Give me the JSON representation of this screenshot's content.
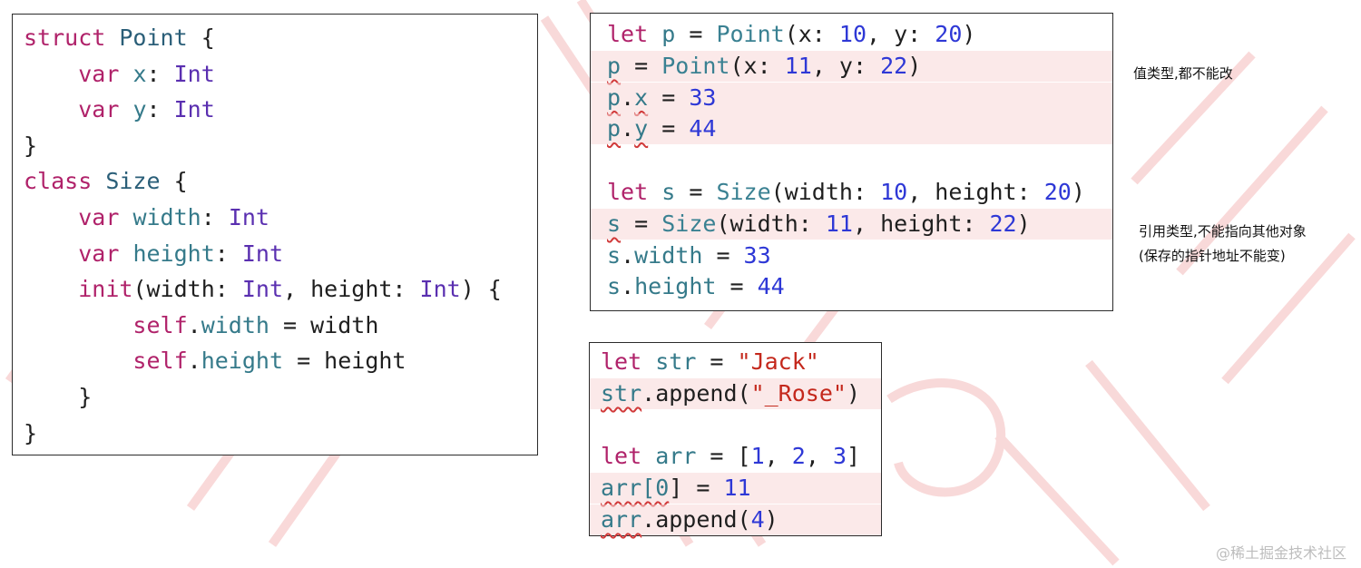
{
  "code_blocks": [
    {
      "id": "definitions",
      "lines": [
        {
          "highlight": false,
          "tokens": [
            [
              "kw",
              "struct"
            ],
            [
              "plain",
              " "
            ],
            [
              "ty",
              "Point"
            ],
            [
              "plain",
              " {"
            ]
          ]
        },
        {
          "highlight": false,
          "tokens": [
            [
              "plain",
              "    "
            ],
            [
              "kw",
              "var"
            ],
            [
              "plain",
              " "
            ],
            [
              "prop",
              "x"
            ],
            [
              "plain",
              ": "
            ],
            [
              "tp",
              "Int"
            ]
          ]
        },
        {
          "highlight": false,
          "tokens": [
            [
              "plain",
              "    "
            ],
            [
              "kw",
              "var"
            ],
            [
              "plain",
              " "
            ],
            [
              "prop",
              "y"
            ],
            [
              "plain",
              ": "
            ],
            [
              "tp",
              "Int"
            ]
          ]
        },
        {
          "highlight": false,
          "tokens": [
            [
              "plain",
              "}"
            ]
          ]
        },
        {
          "highlight": false,
          "tokens": [
            [
              "kw",
              "class"
            ],
            [
              "plain",
              " "
            ],
            [
              "ty",
              "Size"
            ],
            [
              "plain",
              " {"
            ]
          ]
        },
        {
          "highlight": false,
          "tokens": [
            [
              "plain",
              "    "
            ],
            [
              "kw",
              "var"
            ],
            [
              "plain",
              " "
            ],
            [
              "prop",
              "width"
            ],
            [
              "plain",
              ": "
            ],
            [
              "tp",
              "Int"
            ]
          ]
        },
        {
          "highlight": false,
          "tokens": [
            [
              "plain",
              "    "
            ],
            [
              "kw",
              "var"
            ],
            [
              "plain",
              " "
            ],
            [
              "prop",
              "height"
            ],
            [
              "plain",
              ": "
            ],
            [
              "tp",
              "Int"
            ]
          ]
        },
        {
          "highlight": false,
          "tokens": [
            [
              "plain",
              "    "
            ],
            [
              "kw",
              "init"
            ],
            [
              "plain",
              "(width: "
            ],
            [
              "tp",
              "Int"
            ],
            [
              "plain",
              ", height: "
            ],
            [
              "tp",
              "Int"
            ],
            [
              "plain",
              ") {"
            ]
          ]
        },
        {
          "highlight": false,
          "tokens": [
            [
              "plain",
              "        "
            ],
            [
              "kw",
              "self"
            ],
            [
              "plain",
              "."
            ],
            [
              "prop",
              "width"
            ],
            [
              "plain",
              " = width"
            ]
          ]
        },
        {
          "highlight": false,
          "tokens": [
            [
              "plain",
              "        "
            ],
            [
              "kw",
              "self"
            ],
            [
              "plain",
              "."
            ],
            [
              "prop",
              "height"
            ],
            [
              "plain",
              " = height"
            ]
          ]
        },
        {
          "highlight": false,
          "tokens": [
            [
              "plain",
              "    }"
            ]
          ]
        },
        {
          "highlight": false,
          "tokens": [
            [
              "plain",
              "}"
            ]
          ]
        }
      ]
    },
    {
      "id": "let-constants",
      "lines": [
        {
          "highlight": false,
          "tokens": [
            [
              "kw",
              "let"
            ],
            [
              "plain",
              " "
            ],
            [
              "prop",
              "p"
            ],
            [
              "plain",
              " = "
            ],
            [
              "fn",
              "Point"
            ],
            [
              "plain",
              "(x: "
            ],
            [
              "num",
              "10"
            ],
            [
              "plain",
              ", y: "
            ],
            [
              "num",
              "20"
            ],
            [
              "plain",
              ")"
            ]
          ]
        },
        {
          "highlight": true,
          "tokens": [
            [
              "prop err",
              "p"
            ],
            [
              "plain",
              " = "
            ],
            [
              "fn",
              "Point"
            ],
            [
              "plain",
              "(x: "
            ],
            [
              "num",
              "11"
            ],
            [
              "plain",
              ", y: "
            ],
            [
              "num",
              "22"
            ],
            [
              "plain",
              ")"
            ]
          ]
        },
        {
          "highlight": true,
          "tokens": [
            [
              "prop err",
              "p"
            ],
            [
              "plain",
              "."
            ],
            [
              "prop err",
              "x"
            ],
            [
              "plain",
              " = "
            ],
            [
              "num",
              "33"
            ]
          ]
        },
        {
          "highlight": true,
          "tokens": [
            [
              "prop err",
              "p"
            ],
            [
              "plain",
              "."
            ],
            [
              "prop err",
              "y"
            ],
            [
              "plain",
              " = "
            ],
            [
              "num",
              "44"
            ]
          ]
        },
        {
          "highlight": false,
          "tokens": [
            [
              "plain",
              " "
            ]
          ]
        },
        {
          "highlight": false,
          "tokens": [
            [
              "kw",
              "let"
            ],
            [
              "plain",
              " "
            ],
            [
              "prop",
              "s"
            ],
            [
              "plain",
              " = "
            ],
            [
              "fn",
              "Size"
            ],
            [
              "plain",
              "(width: "
            ],
            [
              "num",
              "10"
            ],
            [
              "plain",
              ", height: "
            ],
            [
              "num",
              "20"
            ],
            [
              "plain",
              ")"
            ]
          ]
        },
        {
          "highlight": true,
          "tokens": [
            [
              "prop err",
              "s"
            ],
            [
              "plain",
              " = "
            ],
            [
              "fn",
              "Size"
            ],
            [
              "plain",
              "(width: "
            ],
            [
              "num",
              "11"
            ],
            [
              "plain",
              ", height: "
            ],
            [
              "num",
              "22"
            ],
            [
              "plain",
              ")"
            ]
          ]
        },
        {
          "highlight": false,
          "tokens": [
            [
              "prop",
              "s"
            ],
            [
              "plain",
              "."
            ],
            [
              "prop",
              "width"
            ],
            [
              "plain",
              " = "
            ],
            [
              "num",
              "33"
            ]
          ]
        },
        {
          "highlight": false,
          "tokens": [
            [
              "prop",
              "s"
            ],
            [
              "plain",
              "."
            ],
            [
              "prop",
              "height"
            ],
            [
              "plain",
              " = "
            ],
            [
              "num",
              "44"
            ]
          ]
        }
      ]
    },
    {
      "id": "let-string-array",
      "lines": [
        {
          "highlight": false,
          "tokens": [
            [
              "kw",
              "let"
            ],
            [
              "plain",
              " "
            ],
            [
              "prop",
              "str"
            ],
            [
              "plain",
              " = "
            ],
            [
              "str",
              "\"Jack\""
            ]
          ]
        },
        {
          "highlight": true,
          "tokens": [
            [
              "prop err",
              "str"
            ],
            [
              "plain",
              ".append("
            ],
            [
              "str",
              "\"_Rose\""
            ],
            [
              "plain",
              ")"
            ]
          ]
        },
        {
          "highlight": false,
          "tokens": [
            [
              "plain",
              " "
            ]
          ]
        },
        {
          "highlight": false,
          "tokens": [
            [
              "kw",
              "let"
            ],
            [
              "plain",
              " "
            ],
            [
              "prop",
              "arr"
            ],
            [
              "plain",
              " = ["
            ],
            [
              "num",
              "1"
            ],
            [
              "plain",
              ", "
            ],
            [
              "num",
              "2"
            ],
            [
              "plain",
              ", "
            ],
            [
              "num",
              "3"
            ],
            [
              "plain",
              "]"
            ]
          ]
        },
        {
          "highlight": true,
          "tokens": [
            [
              "prop err",
              "arr[0"
            ],
            [
              "plain",
              "] = "
            ],
            [
              "num",
              "11"
            ]
          ]
        },
        {
          "highlight": true,
          "tokens": [
            [
              "prop err",
              "arr"
            ],
            [
              "plain",
              ".append("
            ],
            [
              "num",
              "4"
            ],
            [
              "plain",
              ")"
            ]
          ]
        }
      ]
    }
  ],
  "notes": {
    "value_type": "值类型,都不能改",
    "reference_type_1": "引用类型,不能指向其他对象",
    "reference_type_2": "(保存的指针地址不能变)"
  },
  "footer": "@稀土掘金技术社区",
  "colors": {
    "keyword": "#b0226a",
    "type": "#2a5e78",
    "number": "#2e38d6",
    "string": "#c4281c",
    "highlight": "#f8d7d7",
    "error_underline": "#d13a3a"
  }
}
